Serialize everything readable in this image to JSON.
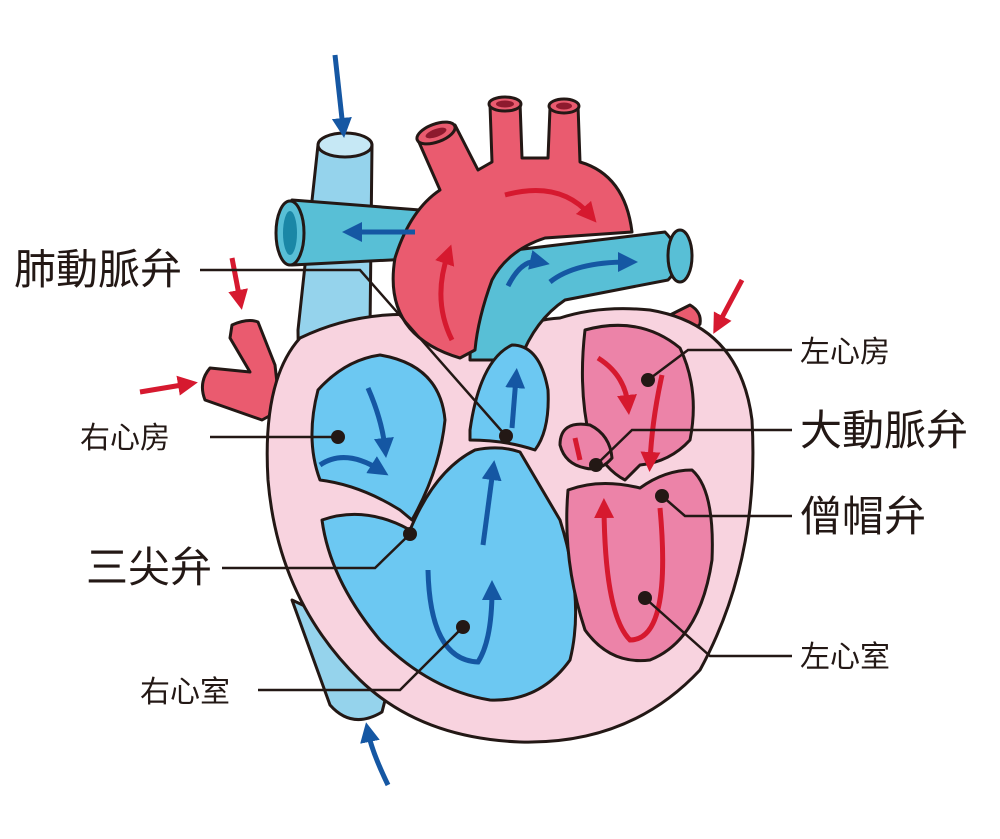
{
  "labels": {
    "pulmonary_valve": "肺動脈弁",
    "right_atrium": "右心房",
    "tricuspid_valve": "三尖弁",
    "right_ventricle": "右心室",
    "left_atrium": "左心房",
    "aortic_valve": "大動脈弁",
    "mitral_valve": "僧帽弁",
    "left_ventricle": "左心室"
  },
  "colors": {
    "heart_outer": "#f8d3df",
    "deoxygenated_light": "#95d3ec",
    "deoxygenated_teal": "#58bfd6",
    "right_chambers": "#6cc8f2",
    "oxygenated": "#ea5b6f",
    "left_chambers": "#ec83a8",
    "blue_arrow": "#1557a3",
    "red_arrow": "#d6192f",
    "line": "#231815"
  }
}
